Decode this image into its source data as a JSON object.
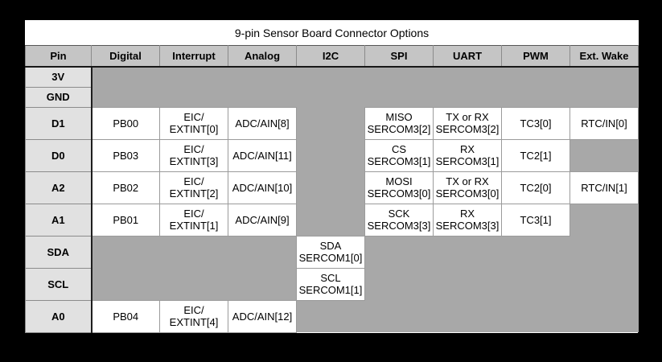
{
  "title": "9-pin Sensor Board Connector Options",
  "colors": {
    "page_bg": "#000000",
    "card_bg": "#ffffff",
    "header_bg": "#c5c5c5",
    "pin_column_bg": "#e1e1e1",
    "empty_cell_bg": "#a8a8a8",
    "grid_line": "#9b9b9b",
    "heavy_line": "#1e1e1e",
    "text": "#000000"
  },
  "table": {
    "headers": [
      "Pin",
      "Digital",
      "Interrupt",
      "Analog",
      "I2C",
      "SPI",
      "UART",
      "PWM",
      "Ext. Wake"
    ],
    "rows": [
      {
        "pin": "3V",
        "cells": [
          "",
          "",
          "",
          "",
          "",
          "",
          "",
          ""
        ]
      },
      {
        "pin": "GND",
        "cells": [
          "",
          "",
          "",
          "",
          "",
          "",
          "",
          ""
        ]
      },
      {
        "pin": "D1",
        "cells": [
          "PB00",
          "EIC/\nEXTINT[0]",
          "ADC/AIN[8]",
          "",
          "MISO\nSERCOM3[2]",
          "TX or RX\nSERCOM3[2]",
          "TC3[0]",
          "RTC/IN[0]"
        ]
      },
      {
        "pin": "D0",
        "cells": [
          "PB03",
          "EIC/\nEXTINT[3]",
          "ADC/AIN[11]",
          "",
          "CS\nSERCOM3[1]",
          "RX\nSERCOM3[1]",
          "TC2[1]",
          ""
        ]
      },
      {
        "pin": "A2",
        "cells": [
          "PB02",
          "EIC/\nEXTINT[2]",
          "ADC/AIN[10]",
          "",
          "MOSI\nSERCOM3[0]",
          "TX or RX\nSERCOM3[0]",
          "TC2[0]",
          "RTC/IN[1]"
        ]
      },
      {
        "pin": "A1",
        "cells": [
          "PB01",
          "EIC/\nEXTINT[1]",
          "ADC/AIN[9]",
          "",
          "SCK\nSERCOM3[3]",
          "RX\nSERCOM3[3]",
          "TC3[1]",
          ""
        ]
      },
      {
        "pin": "SDA",
        "cells": [
          "",
          "",
          "",
          "SDA\nSERCOM1[0]",
          "",
          "",
          "",
          ""
        ]
      },
      {
        "pin": "SCL",
        "cells": [
          "",
          "",
          "",
          "SCL\nSERCOM1[1]",
          "",
          "",
          "",
          ""
        ]
      },
      {
        "pin": "A0",
        "cells": [
          "PB04",
          "EIC/\nEXTINT[4]",
          "ADC/AIN[12]",
          "",
          "",
          "",
          "",
          ""
        ]
      }
    ]
  }
}
